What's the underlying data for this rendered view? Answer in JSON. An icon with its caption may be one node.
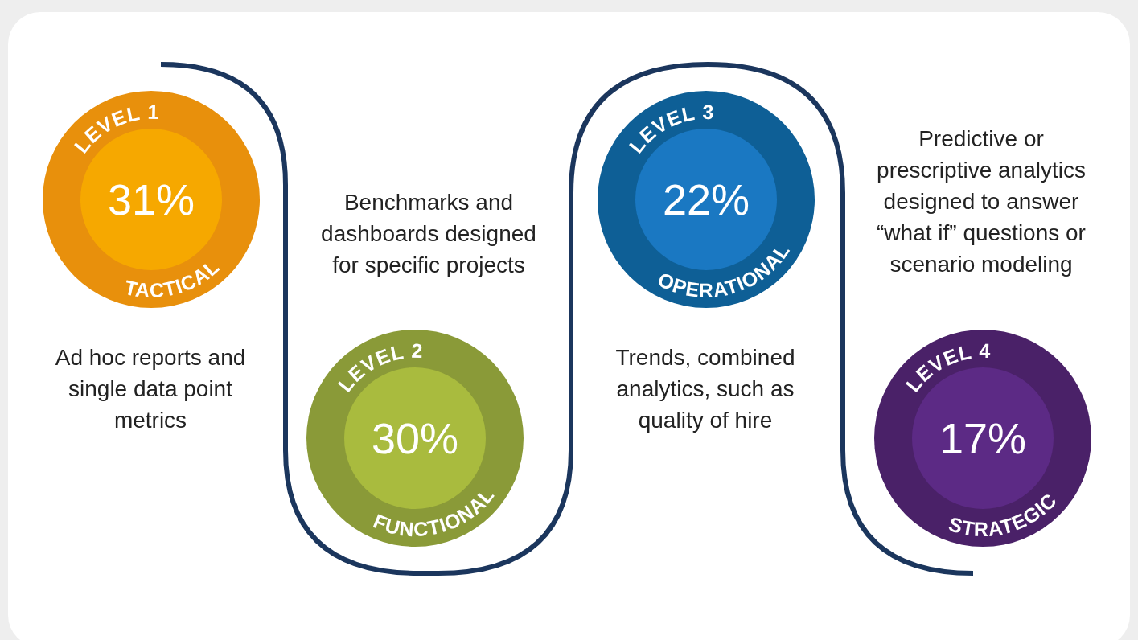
{
  "diagram": {
    "nodes": [
      {
        "text": [
          "LEVEL 1",
          "31%",
          "TACTICAL"
        ],
        "beside": [
          "Ad hoc reports and single data point metrics"
        ]
      },
      {
        "text": [
          "LEVEL 2",
          "30%",
          "FUNCTIONAL"
        ],
        "beside": [
          "Benchmarks and dashboards designed for specific projects"
        ]
      },
      {
        "text": [
          "LEVEL 3",
          "22%",
          "OPERATIONAL"
        ],
        "beside": [
          "Trends, combined analytics, such as quality of hire"
        ]
      },
      {
        "text": [
          "LEVEL 4",
          "17%",
          "STRATEGIC"
        ],
        "beside": [
          "Predictive or prescriptive analytics designed to answer “what if” questions or scenario modeling"
        ]
      }
    ]
  }
}
